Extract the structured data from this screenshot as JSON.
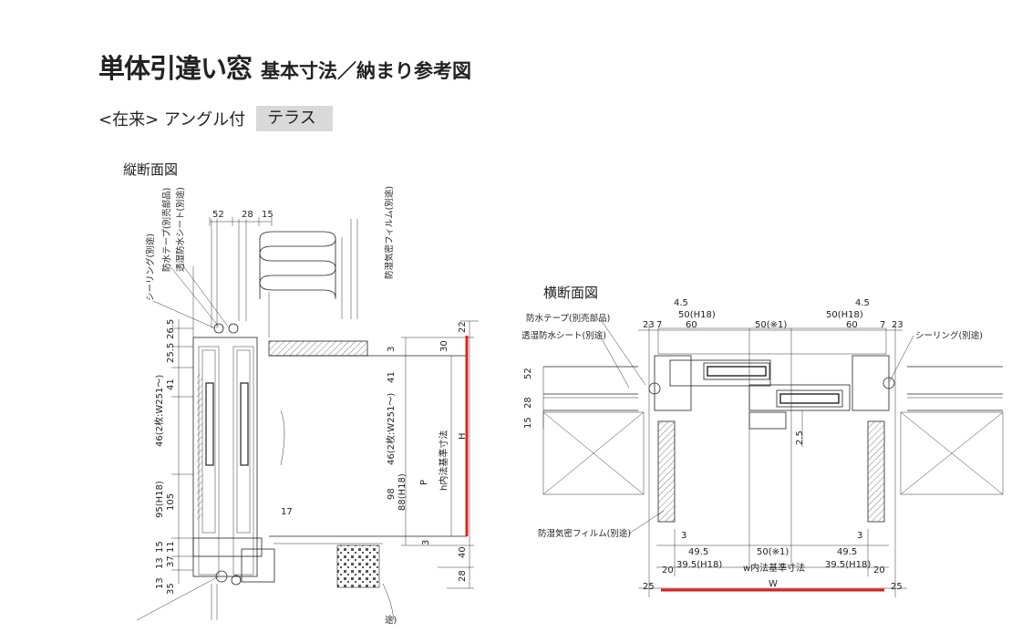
{
  "header": {
    "title_main": "単体引違い窓",
    "title_sub": "基本寸法／納まり参考図",
    "subtitle": "<在来> アングル付",
    "tag": "テラス"
  },
  "vertical_section": {
    "label": "縦断面図",
    "callouts": {
      "sealing": "シーリング(別途)",
      "waterproof_tape": "防水テープ(別売部品)",
      "moisture_sheet": "透湿防水シート(別途)",
      "airtight_film": "防湿気密フィルム(別途)",
      "bottom_label": "途)"
    },
    "dims": {
      "d52": "52",
      "d28": "28",
      "d15": "15",
      "d26_5": "26.5",
      "d25_5": "25.5",
      "d41": "41",
      "d46": "46(2枚:W251～)",
      "d95": "95(H18)",
      "d105": "105",
      "d11": "11",
      "d37": "37",
      "d13": "13",
      "d35": "35",
      "d22": "22",
      "d3a": "3",
      "d30": "30",
      "d41b": "41",
      "d46b": "46(2枚:W251～)",
      "h_inner": "h内法基準寸法",
      "H": "H",
      "d98": "98",
      "d88": "88(H18)",
      "P": "P",
      "d17": "17",
      "d3b": "3",
      "d40": "40",
      "d28b": "28"
    }
  },
  "horizontal_section": {
    "label": "横断面図",
    "callouts": {
      "waterproof_tape": "防水テープ(別売部品)",
      "moisture_sheet": "透湿防水シート(別途)",
      "sealing": "シーリング(別途)",
      "airtight_film": "防湿気密フィルム(別途)"
    },
    "dims": {
      "d4_5a": "4.5",
      "d4_5b": "4.5",
      "d23a": "23",
      "d7a": "7",
      "d50h18a": "50(H18)",
      "d60a": "60",
      "d50x1a": "50(※1)",
      "d50h18b": "50(H18)",
      "d60b": "60",
      "d7b": "7",
      "d23b": "23",
      "d52": "52",
      "d28": "28",
      "d15": "15",
      "d2_5": "2.5",
      "d3a": "3",
      "d3b": "3",
      "d49_5a": "49.5",
      "d50x1b": "50(※1)",
      "d49_5b": "49.5",
      "d20a": "20",
      "d39_5a": "39.5(H18)",
      "w_inner": "w内法基準寸法",
      "d39_5b": "39.5(H18)",
      "d20b": "20",
      "d25a": "25",
      "W": "W",
      "d25b": "25"
    }
  }
}
